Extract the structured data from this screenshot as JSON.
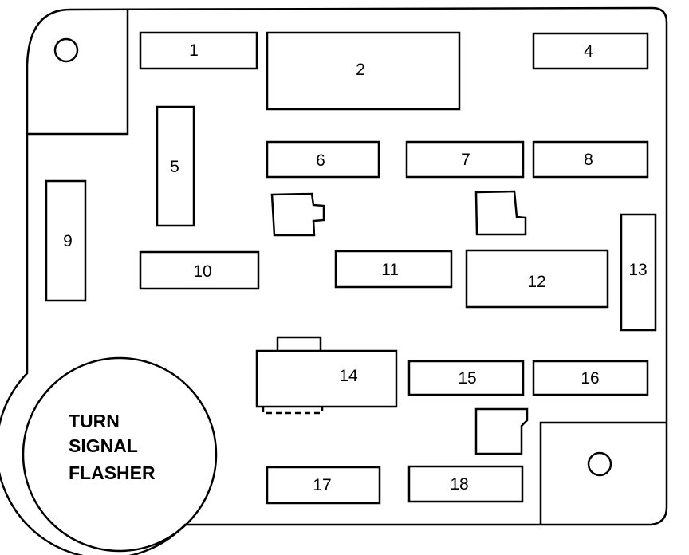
{
  "colors": {
    "line": "#000000",
    "background": "#ffffff"
  },
  "fuses": [
    {
      "id": "1",
      "label": "1"
    },
    {
      "id": "2",
      "label": "2"
    },
    {
      "id": "4",
      "label": "4"
    },
    {
      "id": "5",
      "label": "5"
    },
    {
      "id": "6",
      "label": "6"
    },
    {
      "id": "7",
      "label": "7"
    },
    {
      "id": "8",
      "label": "8"
    },
    {
      "id": "9",
      "label": "9"
    },
    {
      "id": "10",
      "label": "10"
    },
    {
      "id": "11",
      "label": "11"
    },
    {
      "id": "12",
      "label": "12"
    },
    {
      "id": "13",
      "label": "13"
    },
    {
      "id": "14",
      "label": "14"
    },
    {
      "id": "15",
      "label": "15"
    },
    {
      "id": "16",
      "label": "16"
    },
    {
      "id": "17",
      "label": "17"
    },
    {
      "id": "18",
      "label": "18"
    }
  ],
  "flasher": {
    "lines": [
      "TURN",
      "SIGNAL",
      "FLASHER"
    ]
  }
}
